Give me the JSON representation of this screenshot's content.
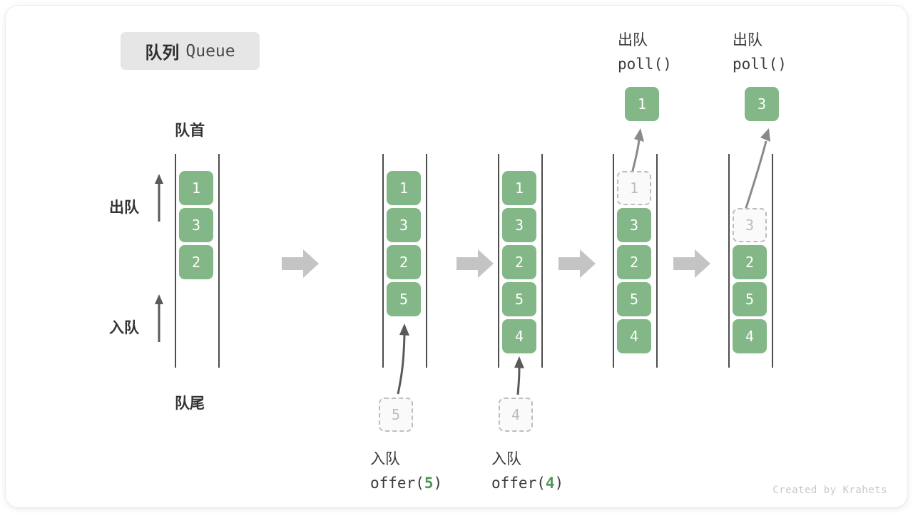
{
  "title": {
    "cn": "队列",
    "en": "Queue"
  },
  "labels": {
    "head": "队首",
    "tail": "队尾",
    "dequeue": "出队",
    "enqueue": "入队"
  },
  "credit": "Created by Krahets",
  "colors": {
    "cell_green": "#83b787",
    "ghost_border": "#bdbdbd",
    "rail": "#4d4d4d",
    "flow_arrow": "#c4c4c4",
    "chip_bg": "#e6e6e6",
    "accent_text": "#4f9657"
  },
  "stages": [
    {
      "id": "stage-1",
      "cells": [
        {
          "value": "1",
          "ghost": false
        },
        {
          "value": "3",
          "ghost": false
        },
        {
          "value": "2",
          "ghost": false
        }
      ]
    },
    {
      "id": "stage-2",
      "cells": [
        {
          "value": "1",
          "ghost": false
        },
        {
          "value": "3",
          "ghost": false
        },
        {
          "value": "2",
          "ghost": false
        },
        {
          "value": "5",
          "ghost": false
        }
      ],
      "incoming": {
        "value": "5",
        "ghost": true
      },
      "caption": {
        "cn": "入队",
        "code_pre": "offer(",
        "code_num": "5",
        "code_post": ")"
      }
    },
    {
      "id": "stage-3",
      "cells": [
        {
          "value": "1",
          "ghost": false
        },
        {
          "value": "3",
          "ghost": false
        },
        {
          "value": "2",
          "ghost": false
        },
        {
          "value": "5",
          "ghost": false
        },
        {
          "value": "4",
          "ghost": false
        }
      ],
      "incoming": {
        "value": "4",
        "ghost": true
      },
      "caption": {
        "cn": "入队",
        "code_pre": "offer(",
        "code_num": "4",
        "code_post": ")"
      }
    },
    {
      "id": "stage-4",
      "cells": [
        {
          "value": "1",
          "ghost": true
        },
        {
          "value": "3",
          "ghost": false
        },
        {
          "value": "2",
          "ghost": false
        },
        {
          "value": "5",
          "ghost": false
        },
        {
          "value": "4",
          "ghost": false
        }
      ],
      "popped": {
        "value": "1"
      },
      "caption": {
        "cn": "出队",
        "code_pre": "poll(",
        "code_num": "",
        "code_post": ")"
      }
    },
    {
      "id": "stage-5",
      "cells": [
        {
          "value": "",
          "ghost": null
        },
        {
          "value": "3",
          "ghost": true
        },
        {
          "value": "2",
          "ghost": false
        },
        {
          "value": "5",
          "ghost": false
        },
        {
          "value": "4",
          "ghost": false
        }
      ],
      "popped": {
        "value": "3"
      },
      "caption": {
        "cn": "出队",
        "code_pre": "poll(",
        "code_num": "",
        "code_post": ")"
      }
    }
  ]
}
